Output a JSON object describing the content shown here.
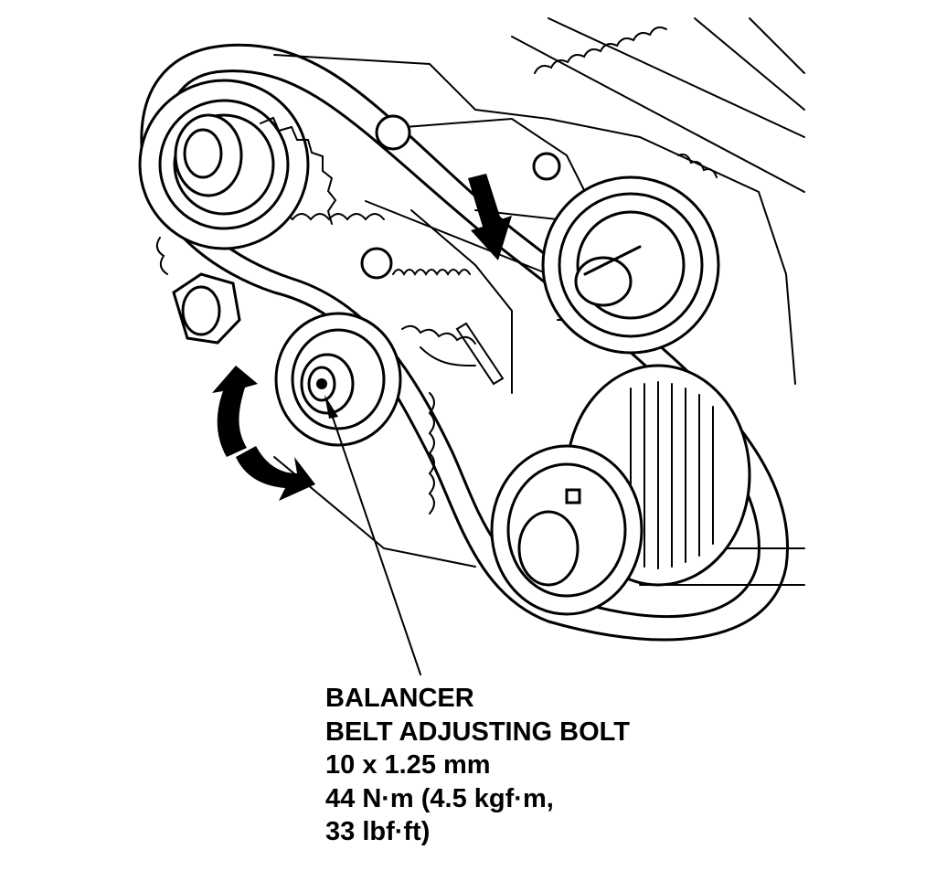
{
  "callout": {
    "line1": "BALANCER",
    "line2": "BELT ADJUSTING BOLT",
    "line3": "10 x 1.25 mm",
    "line4": "44 N·m (4.5 kgf·m,",
    "line5": "33 lbf·ft)"
  },
  "colors": {
    "ink": "#000000",
    "paper": "#ffffff"
  }
}
